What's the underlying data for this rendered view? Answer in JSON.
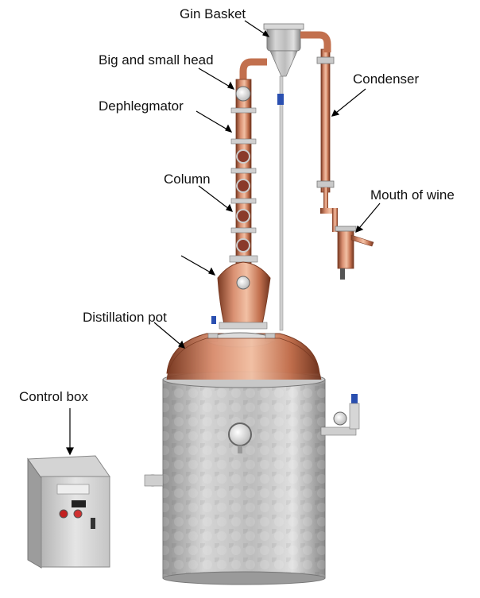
{
  "labels": {
    "gin_basket": "Gin Basket",
    "big_small_head": "Big and small head",
    "dephlegmator": "Dephlegmator",
    "column": "Column",
    "condenser": "Condenser",
    "mouth_of_wine": "Mouth of wine",
    "distillation_pot": "Distillation pot",
    "control_box": "Control box"
  },
  "colors": {
    "copper": "#c8795a",
    "copper_dark": "#8a4a32",
    "steel": "#b8b8b8",
    "steel_dark": "#7d7d7d",
    "glass": "#9a4a3a",
    "red_button": "#d02020",
    "blue_valve": "#2a4fb0"
  }
}
